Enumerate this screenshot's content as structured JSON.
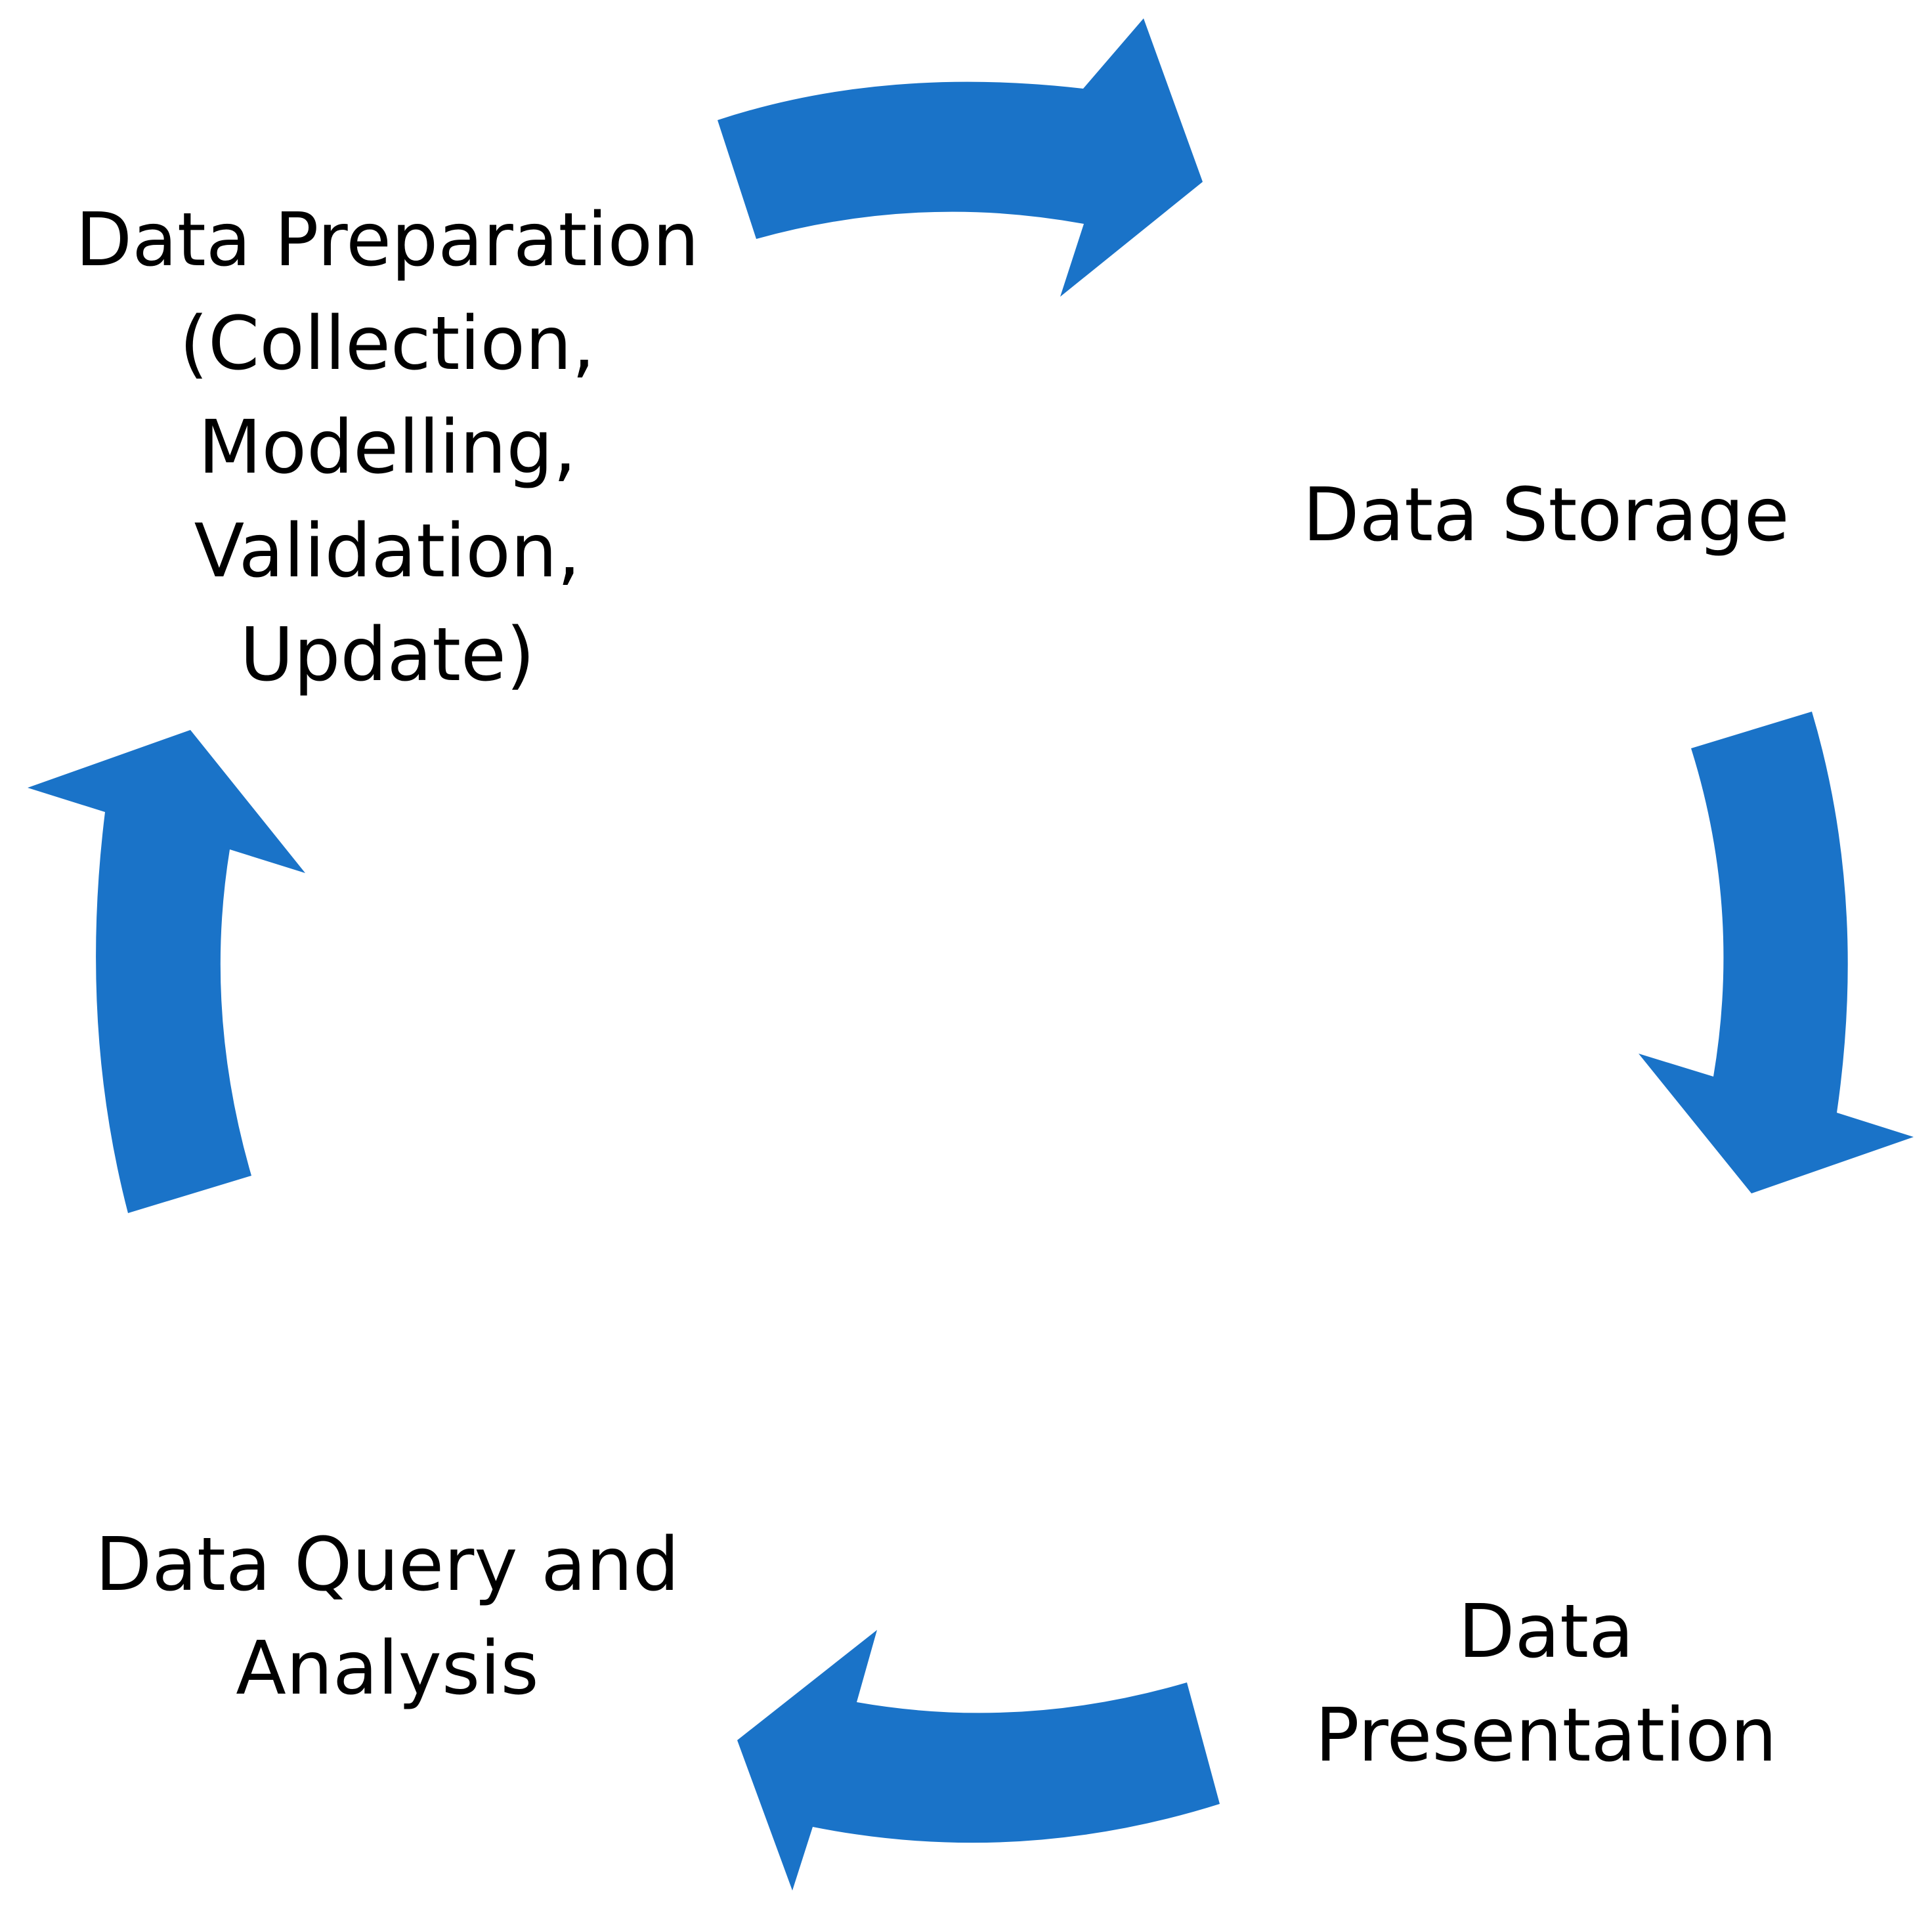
{
  "diagram": {
    "arrow_color": "#1a73c8",
    "text_color": "#000000",
    "stages": [
      {
        "id": "preparation",
        "lines": [
          "Data Preparation",
          "(Collection,",
          "Modelling,",
          "Validation,",
          "Update)"
        ]
      },
      {
        "id": "storage",
        "lines": [
          "Data Storage"
        ]
      },
      {
        "id": "presentation",
        "lines": [
          "Data",
          "Presentation"
        ]
      },
      {
        "id": "query",
        "lines": [
          "Data Query and",
          "Analysis"
        ]
      }
    ],
    "flow": [
      "preparation",
      "storage",
      "presentation",
      "query",
      "preparation"
    ]
  }
}
